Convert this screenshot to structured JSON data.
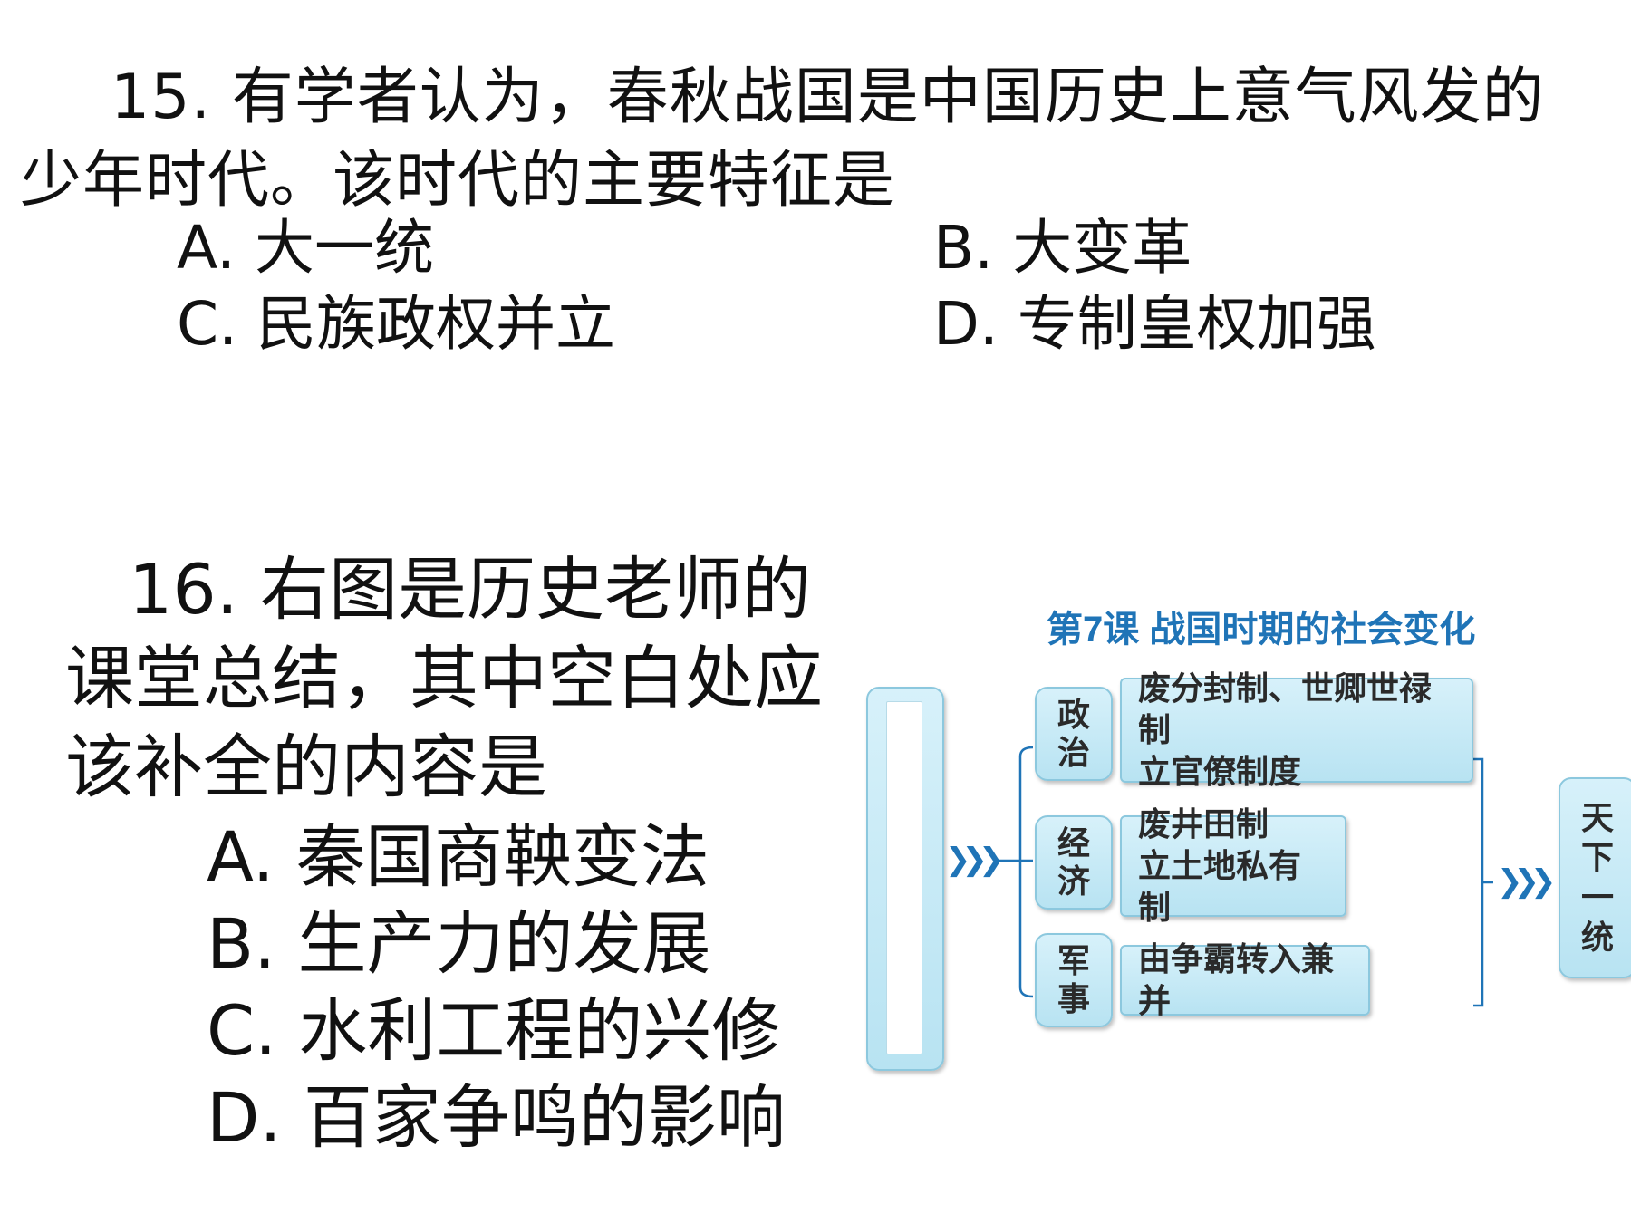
{
  "q15": {
    "stem": "15. 有学者认为，春秋战国是中国历史上意气风发的少年时代。该时代的主要特征是",
    "options": [
      "A. 大一统",
      "B. 大变革",
      "C. 民族政权并立",
      "D. 专制皇权加强"
    ]
  },
  "q16": {
    "stem": "16. 右图是历史老师的课堂总结，其中空白处应该补全的内容是",
    "options": [
      "A. 秦国商鞅变法",
      "B. 生产力的发展",
      "C. 水利工程的兴修",
      "D. 百家争鸣的影响"
    ]
  },
  "diagram": {
    "title": "第7课  战国时期的社会变化",
    "categories": [
      {
        "label_top": "政",
        "label_bottom": "治",
        "lines": [
          "废分封制、世卿世禄制",
          "立官僚制度"
        ]
      },
      {
        "label_top": "经",
        "label_bottom": "济",
        "lines": [
          "废井田制",
          "立土地私有制"
        ]
      },
      {
        "label_top": "军",
        "label_bottom": "事",
        "lines": [
          "由争霸转入兼并"
        ]
      }
    ],
    "result": [
      "天",
      "下",
      "一",
      "统"
    ],
    "arrow_glyph": "❯❯❯",
    "accent_color": "#1f74b7",
    "box_color": "#c6e9f5"
  }
}
